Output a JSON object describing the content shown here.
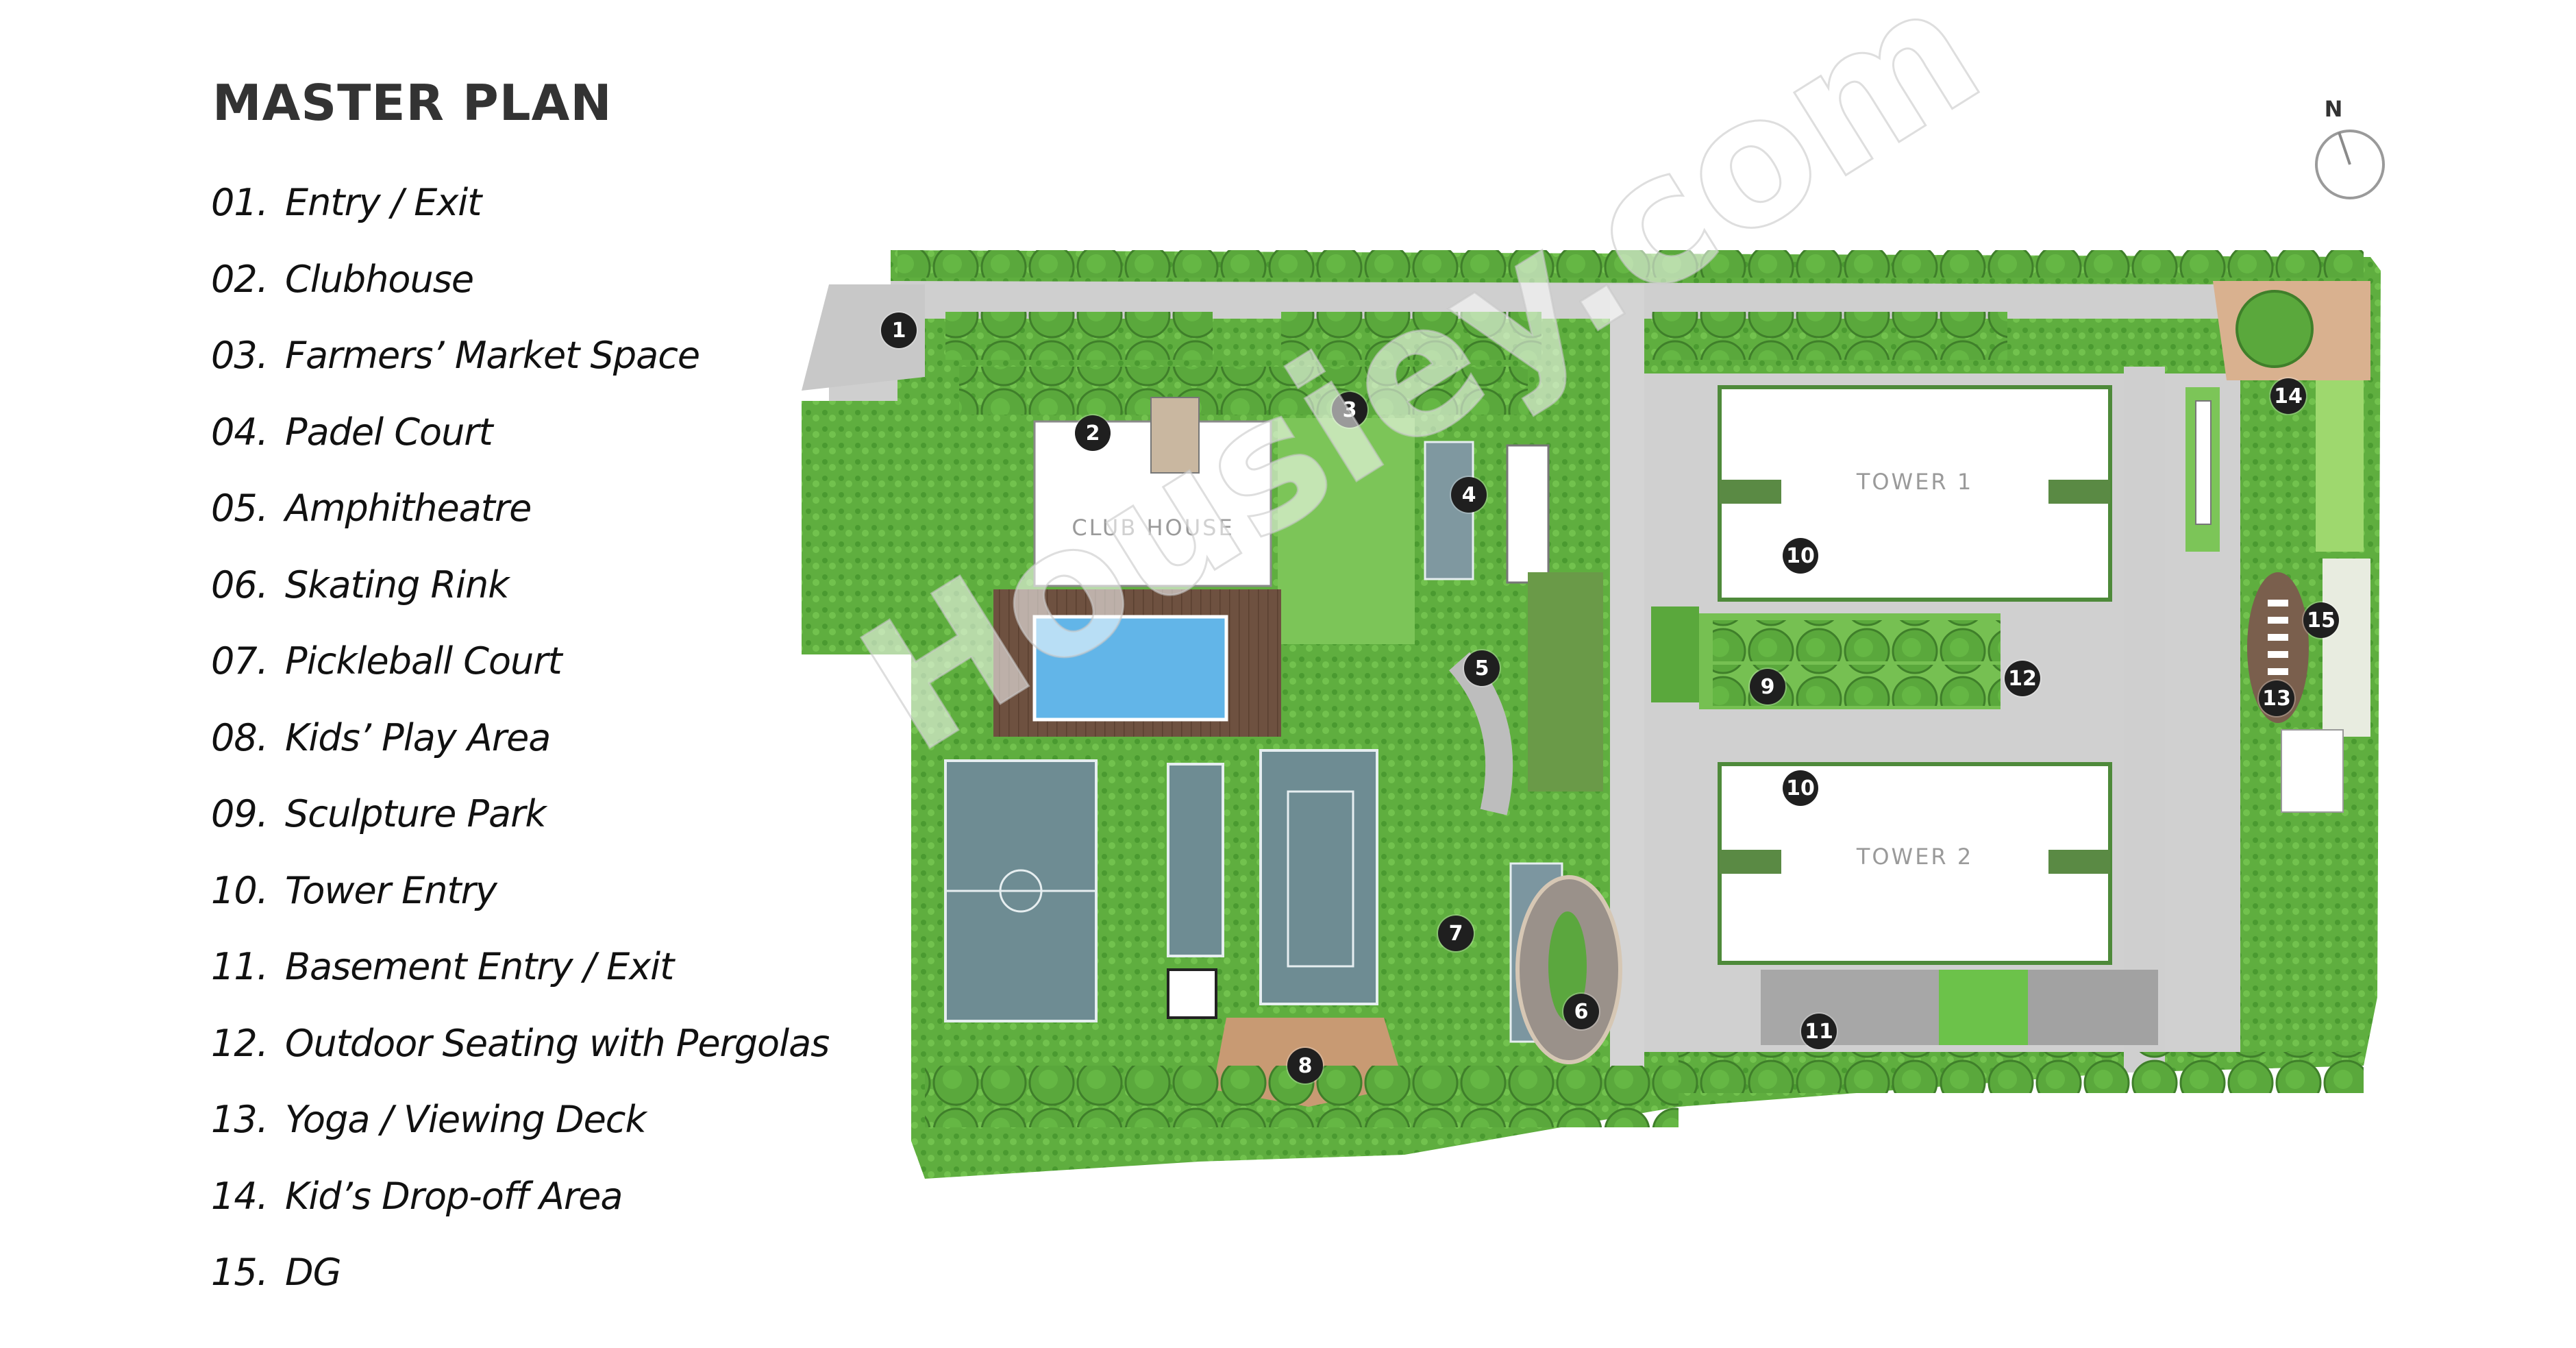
{
  "title": "MASTER PLAN",
  "legend": [
    {
      "num": "01.",
      "label": "Entry / Exit"
    },
    {
      "num": "02.",
      "label": "Clubhouse"
    },
    {
      "num": "03.",
      "label": "Farmers’ Market Space"
    },
    {
      "num": "04.",
      "label": "Padel Court"
    },
    {
      "num": "05.",
      "label": "Amphitheatre"
    },
    {
      "num": "06.",
      "label": "Skating Rink"
    },
    {
      "num": "07.",
      "label": "Pickleball Court"
    },
    {
      "num": "08.",
      "label": "Kids’ Play Area"
    },
    {
      "num": "09.",
      "label": "Sculpture Park"
    },
    {
      "num": "10.",
      "label": "Tower Entry"
    },
    {
      "num": "11.",
      "label": "Basement Entry / Exit"
    },
    {
      "num": "12.",
      "label": "Outdoor Seating with Pergolas"
    },
    {
      "num": "13.",
      "label": "Yoga / Viewing Deck"
    },
    {
      "num": "14.",
      "label": "Kid’s Drop-off Area"
    },
    {
      "num": "15.",
      "label": "DG"
    }
  ],
  "compass": {
    "label": "N",
    "icon": "north-arrow-icon"
  },
  "map": {
    "buildings": {
      "club_house": "CLUB HOUSE",
      "tower_1": "TOWER 1",
      "tower_2": "TOWER 2"
    },
    "markers": [
      {
        "id": "1",
        "label": "1"
      },
      {
        "id": "2",
        "label": "2"
      },
      {
        "id": "3",
        "label": "3"
      },
      {
        "id": "4",
        "label": "4"
      },
      {
        "id": "5",
        "label": "5"
      },
      {
        "id": "6",
        "label": "6"
      },
      {
        "id": "7",
        "label": "7"
      },
      {
        "id": "8",
        "label": "8"
      },
      {
        "id": "9",
        "label": "9"
      },
      {
        "id": "10a",
        "label": "10"
      },
      {
        "id": "10b",
        "label": "10"
      },
      {
        "id": "11",
        "label": "11"
      },
      {
        "id": "12",
        "label": "12"
      },
      {
        "id": "13",
        "label": "13"
      },
      {
        "id": "14",
        "label": "14"
      },
      {
        "id": "15",
        "label": "15"
      }
    ],
    "watermark": "Housiey.com"
  },
  "colors": {
    "grass": "#6fb84a",
    "trees": "#4c9a34",
    "paving": "#c9c9c9",
    "pool": "#5fb4e6",
    "court": "#6e8c93",
    "deck": "#7a5a45",
    "earth": "#d9b18f",
    "marker": "#1f1f1f"
  }
}
